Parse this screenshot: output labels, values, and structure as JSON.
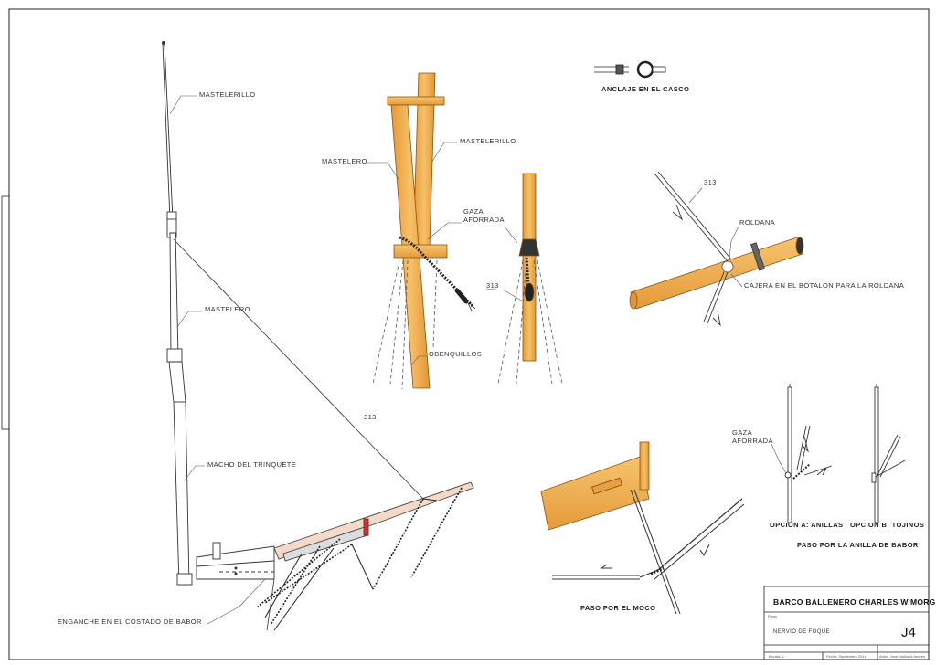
{
  "labels": {
    "mastelerillo_left": "MASTELERILLO",
    "mastelero_left": "MASTELERO",
    "macho_trinquete": "MACHO DEL TRINQUETE",
    "enganche": "ENGANCHE EN EL COSTADO DE BABOR",
    "rope_313_left": "313",
    "mastelero_detail": "MASTELERO",
    "mastelerillo_detail": "MASTELERILLO",
    "gaza_aforrada_detail": "GAZA\nAFORRADA",
    "rope_313_detail": "313",
    "obenquillos": "OBENQUILLOS",
    "anclaje_casco": "ANCLAJE EN EL CASCO",
    "rope_313_roldana": "313",
    "roldana": "ROLDANA",
    "cajera": "CAJERA EN EL BOTALON PARA LA ROLDANA",
    "gaza_aforrada_options": "GAZA\nAFORRADA",
    "opcion_a": "OPCION A: ANILLAS",
    "opcion_b": "OPCION B: TOJINOS",
    "paso_anilla": "PASO POR LA ANILLA DE BABOR",
    "paso_moco": "PASO POR EL MOCO"
  },
  "title_block": {
    "title": "BARCO BALLENERO CHARLES W.MORGAN",
    "plano_label": "Plano",
    "plano_name": "NERVIO DE FOQUE",
    "sheet_code": "J4",
    "escala": "Escala: 1:··",
    "fecha": "Fecha: Septiembre 2011",
    "autor": "Autor: Jose Mallorca Andres"
  },
  "colors": {
    "wood": "#f0b352",
    "wood_edge": "#b5701f",
    "line": "#222222"
  }
}
